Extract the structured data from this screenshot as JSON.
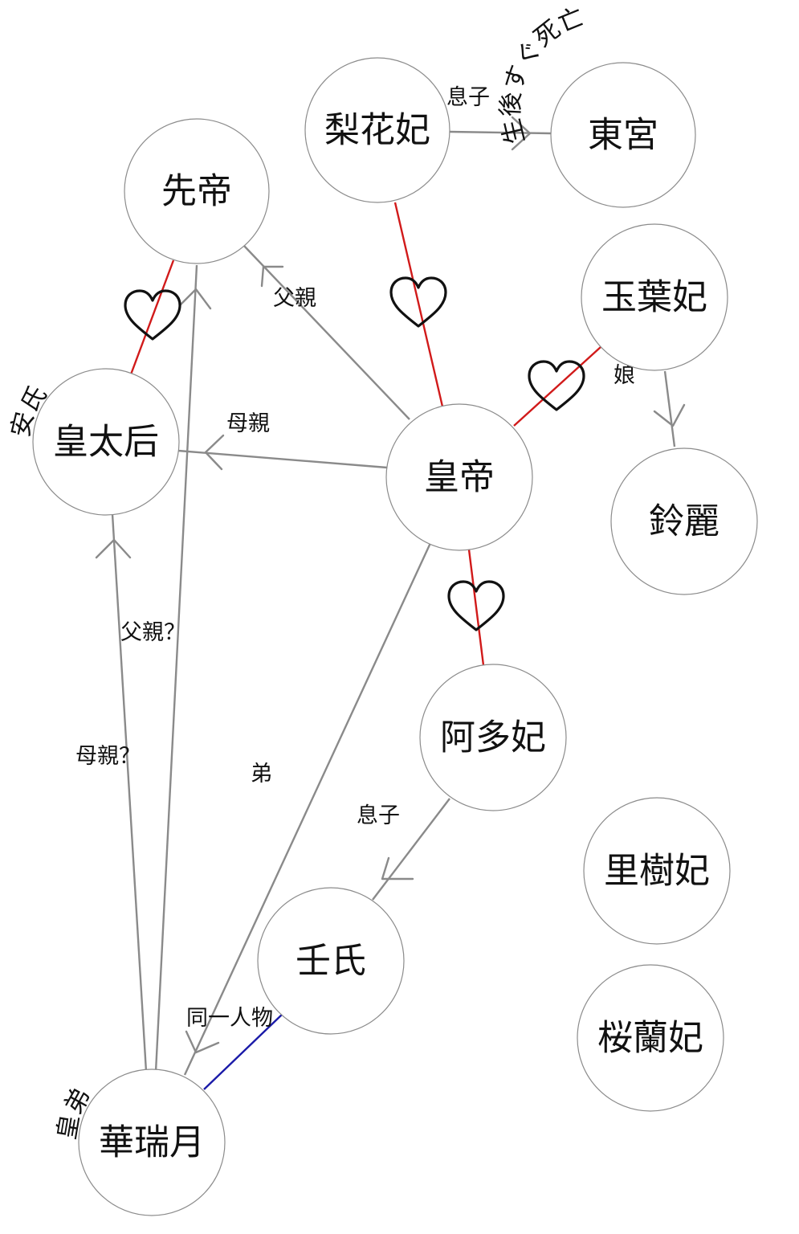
{
  "colors": {
    "parent_edge": "#8a8a8a",
    "love_edge": "#d11a1a",
    "identity_edge": "#1a1aa8",
    "node_border": "#8c8c8c",
    "text": "#111111"
  },
  "nodes": {
    "senteI": "先帝",
    "rikahi": "梨花妃",
    "touguu": "東宮",
    "gyokuyouhi": "玉葉妃",
    "koutaigou": "皇太后",
    "koutei": "皇帝",
    "reirei": "鈴麗",
    "atahi": "阿多妃",
    "rijuhi": "里樹妃",
    "jinshi": "壬氏",
    "ourannhi": "桜蘭妃",
    "kazuigetsu": "華瑞月"
  },
  "node_notes": {
    "touguu": "生後すぐ死亡",
    "koutaigou": "安氏",
    "kazuigetsu": "皇弟"
  },
  "edge_labels": {
    "rikahi_touguu": "息子",
    "koutei_sentei": "父親",
    "koutei_koutaigou": "母親",
    "gyokuyouhi_reirei": "娘",
    "kazuigetsu_sentei": "父親？",
    "kazuigetsu_koutaigou": "母親？",
    "koutei_kazuigetsu": "弟",
    "atahi_jinshi": "息子",
    "jinshi_kazuigetsu": "同一人物"
  },
  "relations": [
    {
      "from": "rikahi",
      "to": "touguu",
      "kind": "parent"
    },
    {
      "from": "koutei",
      "to": "sentei",
      "kind": "parent"
    },
    {
      "from": "koutei",
      "to": "koutaigou",
      "kind": "parent"
    },
    {
      "from": "gyokuyouhi",
      "to": "reirei",
      "kind": "parent"
    },
    {
      "from": "kazuigetsu",
      "to": "sentei",
      "kind": "parent"
    },
    {
      "from": "kazuigetsu",
      "to": "koutaigou",
      "kind": "parent"
    },
    {
      "from": "koutei",
      "to": "kazuigetsu",
      "kind": "parent"
    },
    {
      "from": "atahi",
      "to": "jinshi",
      "kind": "parent"
    },
    {
      "from": "sentei",
      "to": "koutaigou",
      "kind": "love"
    },
    {
      "from": "rikahi",
      "to": "koutei",
      "kind": "love"
    },
    {
      "from": "gyokuyouhi",
      "to": "koutei",
      "kind": "love"
    },
    {
      "from": "koutei",
      "to": "atahi",
      "kind": "love"
    },
    {
      "from": "jinshi",
      "to": "kazuigetsu",
      "kind": "identity"
    }
  ]
}
